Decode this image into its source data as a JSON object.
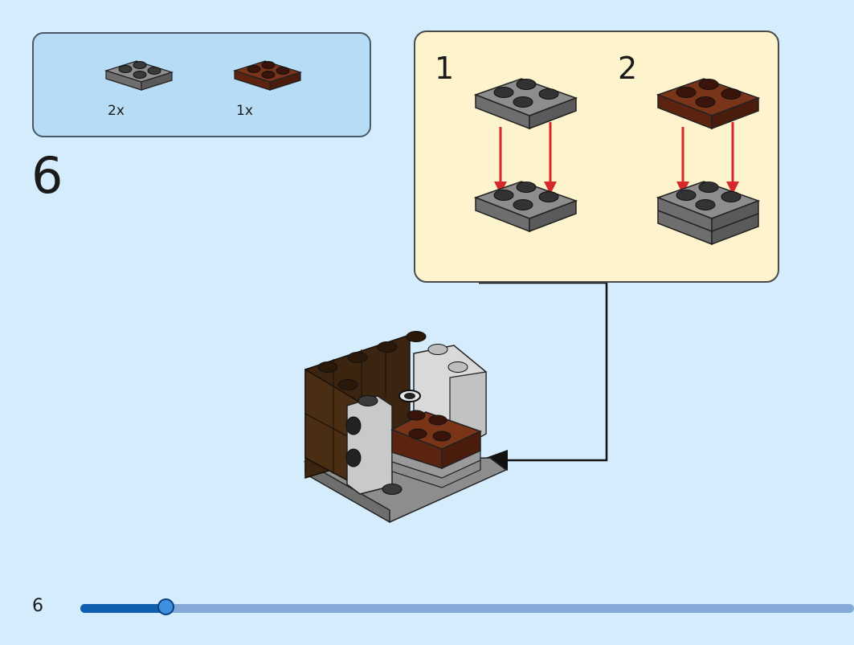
{
  "parts_list": {
    "items": [
      {
        "name": "gray-plate-2x2",
        "count": "2x",
        "color": "#7a7a7a"
      },
      {
        "name": "brown-plate-2x2",
        "count": "1x",
        "color": "#6b2a14"
      }
    ]
  },
  "step": {
    "number": "6"
  },
  "sub_assembly": {
    "steps": [
      {
        "label": "1",
        "plate_color": "#7a7a7a"
      },
      {
        "label": "2",
        "plate_color": "#6b2a14"
      }
    ],
    "arrow_color": "#d62a2a"
  },
  "page": {
    "number": "6",
    "progress": 0.11
  },
  "colors": {
    "background": "#d4ecfb",
    "parts_box": "#b7dcf6",
    "sub_box": "#fdf3cc",
    "progress_track": "#85a9d8",
    "progress_fill": "#0f5fae"
  }
}
